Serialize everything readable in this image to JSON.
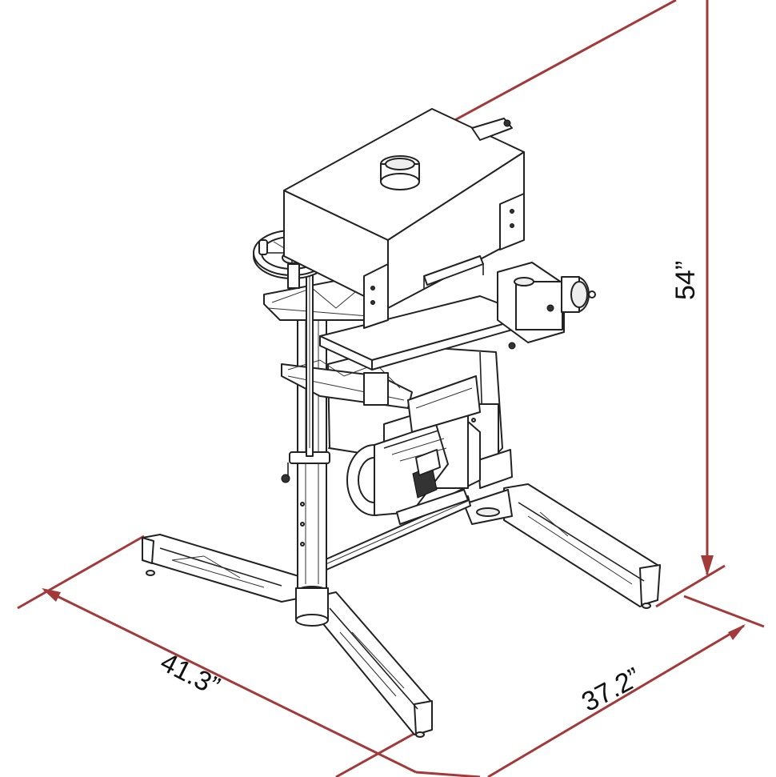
{
  "dimensions": {
    "height": "54”",
    "depth": "41.3”",
    "width": "37.2”"
  },
  "colors": {
    "dimension_line": "#a33a3a",
    "machine_stroke": "#222222",
    "background": "#ffffff"
  }
}
